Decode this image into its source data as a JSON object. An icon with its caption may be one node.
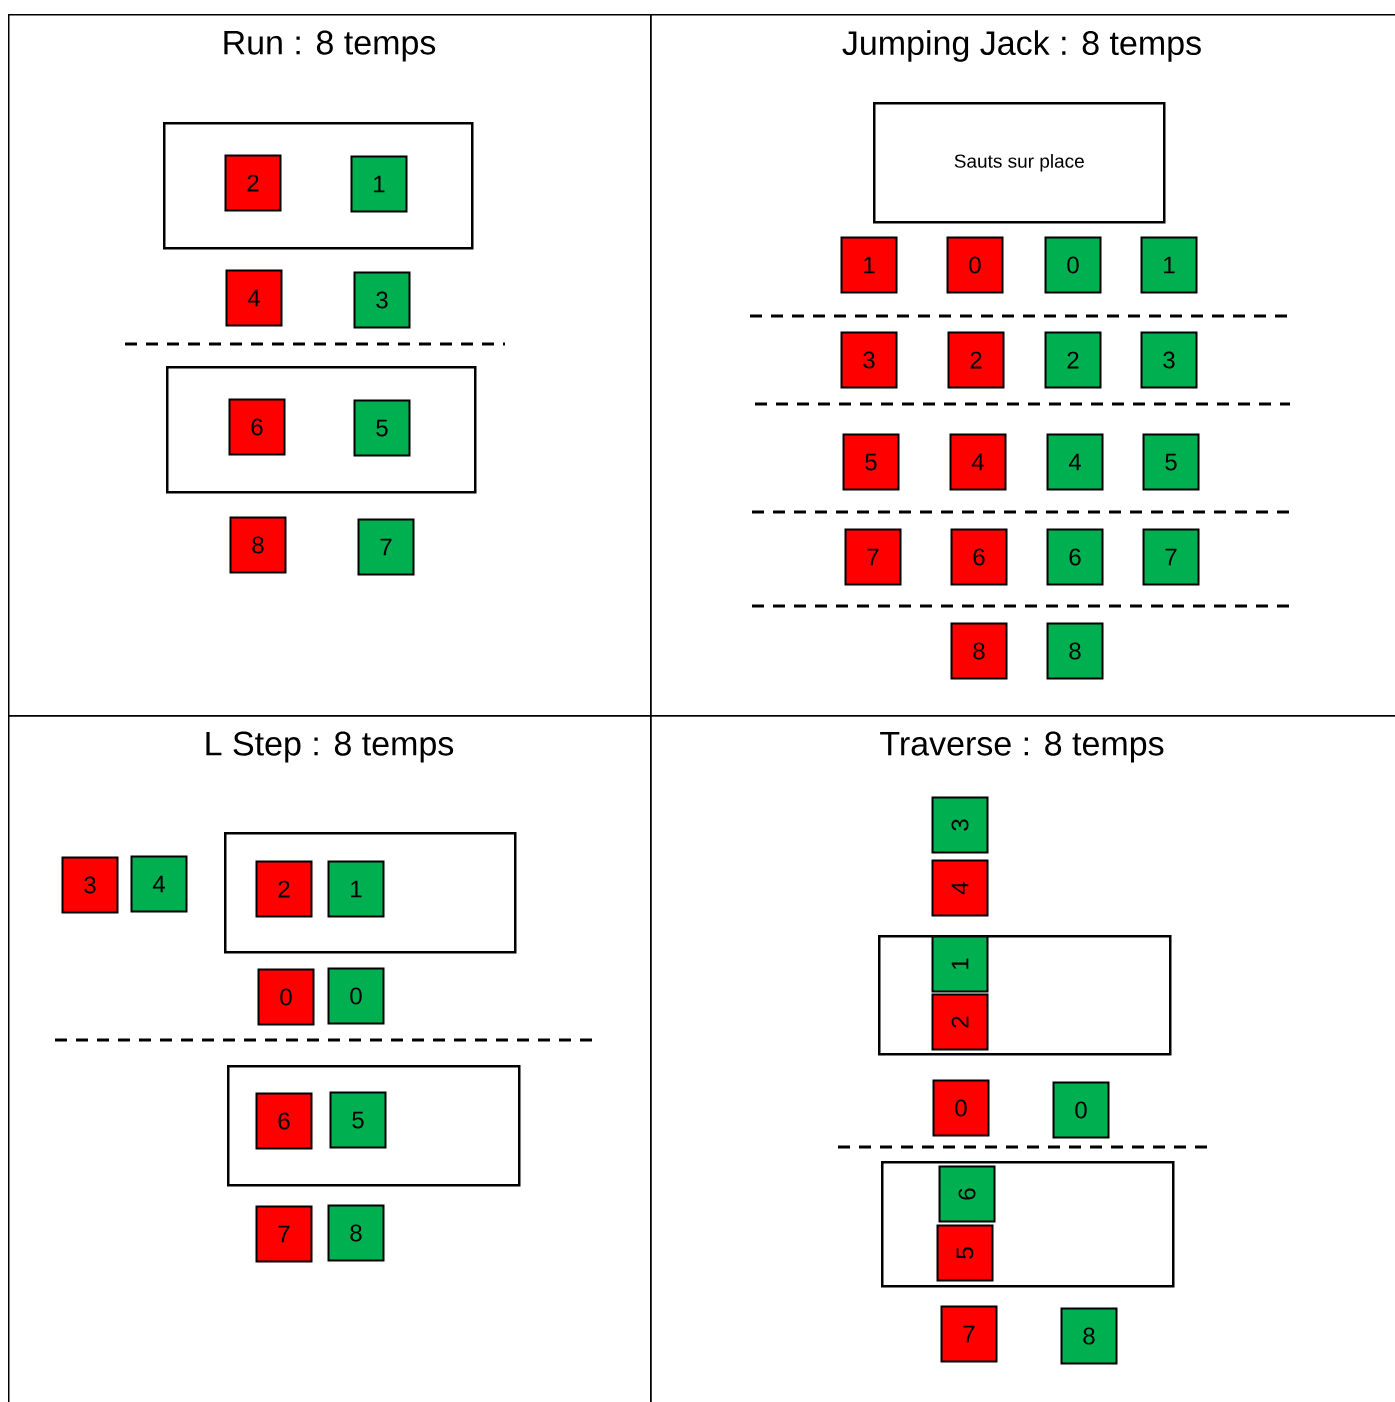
{
  "diagram": {
    "nodes": [
      {
        "text": [
          "Run : 8 temps"
        ]
      },
      {
        "text": [],
        "shape": "box",
        "in": 0
      },
      {
        "text": [
          "2"
        ],
        "in": 1
      },
      {
        "text": [
          "1"
        ],
        "in": 1
      },
      {
        "text": [
          "4"
        ],
        "in": 0
      },
      {
        "text": [
          "3"
        ],
        "in": 0
      },
      {
        "text": [],
        "shape": "box",
        "in": 0
      },
      {
        "text": [
          "6"
        ],
        "in": 6
      },
      {
        "text": [
          "5"
        ],
        "in": 6
      },
      {
        "text": [
          "8"
        ],
        "in": 0
      },
      {
        "text": [
          "7"
        ],
        "in": 0
      },
      {
        "text": [
          "Jumping Jack : 8 temps"
        ]
      },
      {
        "text": [
          "Sauts sur place"
        ],
        "in": 11
      },
      {
        "text": [
          "1"
        ],
        "in": 11
      },
      {
        "text": [
          "0"
        ],
        "in": 11
      },
      {
        "text": [
          "0"
        ],
        "in": 11
      },
      {
        "text": [
          "1"
        ],
        "in": 11
      },
      {
        "text": [
          "3"
        ],
        "in": 11
      },
      {
        "text": [
          "2"
        ],
        "in": 11
      },
      {
        "text": [
          "2"
        ],
        "in": 11
      },
      {
        "text": [
          "3"
        ],
        "in": 11
      },
      {
        "text": [
          "5"
        ],
        "in": 11
      },
      {
        "text": [
          "4"
        ],
        "in": 11
      },
      {
        "text": [
          "4"
        ],
        "in": 11
      },
      {
        "text": [
          "5"
        ],
        "in": 11
      },
      {
        "text": [
          "7"
        ],
        "in": 11
      },
      {
        "text": [
          "6"
        ],
        "in": 11
      },
      {
        "text": [
          "6"
        ],
        "in": 11
      },
      {
        "text": [
          "7"
        ],
        "in": 11
      },
      {
        "text": [
          "8"
        ],
        "in": 11
      },
      {
        "text": [
          "8"
        ],
        "in": 11
      },
      {
        "text": [
          "L Step : 8 temps"
        ]
      },
      {
        "text": [
          "3"
        ],
        "in": 31
      },
      {
        "text": [
          "4"
        ],
        "in": 31
      },
      {
        "text": [],
        "shape": "box",
        "in": 31
      },
      {
        "text": [
          "2"
        ],
        "in": 34
      },
      {
        "text": [
          "1"
        ],
        "in": 34
      },
      {
        "text": [
          "0"
        ],
        "in": 31
      },
      {
        "text": [
          "0"
        ],
        "in": 31
      },
      {
        "text": [],
        "shape": "box",
        "in": 31
      },
      {
        "text": [
          "6"
        ],
        "in": 39
      },
      {
        "text": [
          "5"
        ],
        "in": 39
      },
      {
        "text": [
          "7"
        ],
        "in": 31
      },
      {
        "text": [
          "8"
        ],
        "in": 31
      },
      {
        "text": [
          "Traverse : 8 temps"
        ]
      },
      {
        "text": [
          "3"
        ],
        "in": 44
      },
      {
        "text": [
          "4"
        ],
        "in": 44
      },
      {
        "text": [],
        "shape": "box",
        "in": 44
      },
      {
        "text": [
          "1"
        ],
        "in": 47
      },
      {
        "text": [
          "2"
        ],
        "in": 47
      },
      {
        "text": [
          "0"
        ],
        "in": 44
      },
      {
        "text": [
          "0"
        ],
        "in": 44
      },
      {
        "text": [],
        "shape": "box",
        "in": 44
      },
      {
        "text": [
          "6"
        ],
        "in": 52
      },
      {
        "text": [
          "5"
        ],
        "in": 52
      },
      {
        "text": [
          "7"
        ],
        "in": 44
      },
      {
        "text": [
          "8"
        ],
        "in": 44
      }
    ]
  }
}
